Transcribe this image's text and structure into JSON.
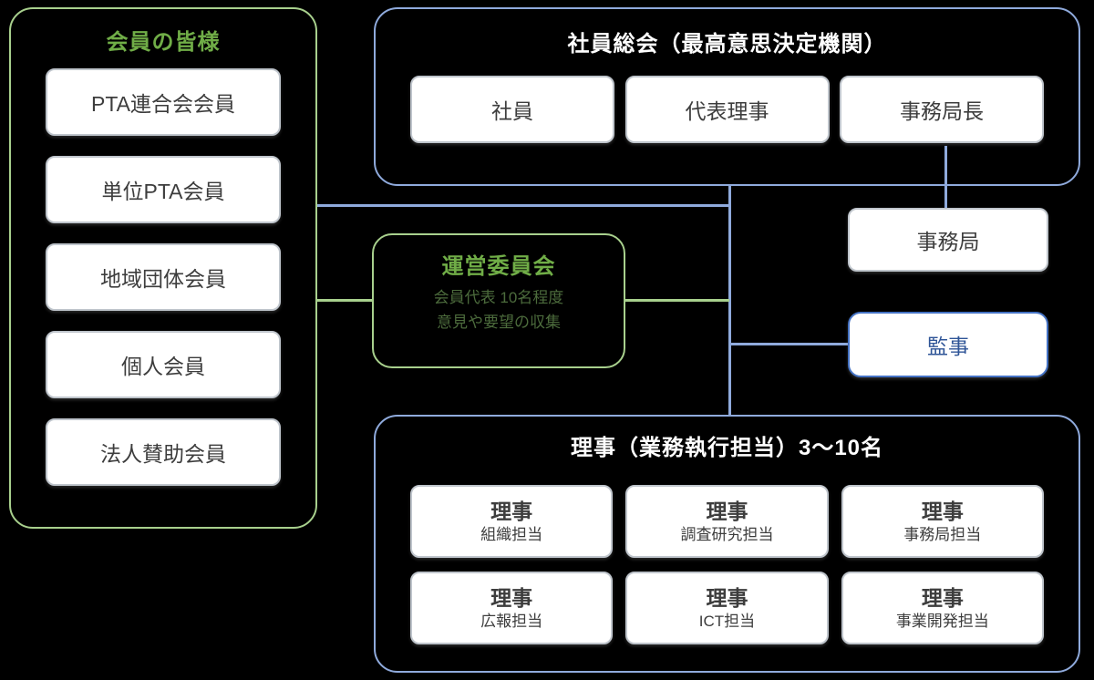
{
  "colors": {
    "background": "#000000",
    "green_border": "#a8d08d",
    "green_text": "#70ad47",
    "blue_border": "#8faadc",
    "auditor_blue": "#4472c4",
    "node_border": "#bfc5cc",
    "node_background": "#ffffff",
    "node_text": "#3d3d3d",
    "container_title_light": "#ffffff",
    "steering_note_text": "#4c6b3c"
  },
  "members_group": {
    "title": "会員の皆様",
    "items": [
      "PTA連合会会員",
      "単位PTA会員",
      "地域団体会員",
      "個人会員",
      "法人賛助会員"
    ]
  },
  "general_assembly": {
    "title": "社員総会（最高意思決定機関）",
    "items": [
      "社員",
      "代表理事",
      "事務局長"
    ]
  },
  "steering_committee": {
    "title": "運営委員会",
    "note_line1": "会員代表 10名程度",
    "note_line2": "意見や要望の収集"
  },
  "secretariat": {
    "label": "事務局"
  },
  "auditor": {
    "label": "監事"
  },
  "directors": {
    "title": "理事（業務執行担当）3〜10名",
    "items": [
      {
        "role": "理事",
        "duty": "組織担当"
      },
      {
        "role": "理事",
        "duty": "調査研究担当"
      },
      {
        "role": "理事",
        "duty": "事務局担当"
      },
      {
        "role": "理事",
        "duty": "広報担当"
      },
      {
        "role": "理事",
        "duty": "ICT担当"
      },
      {
        "role": "理事",
        "duty": "事業開発担当"
      }
    ]
  }
}
